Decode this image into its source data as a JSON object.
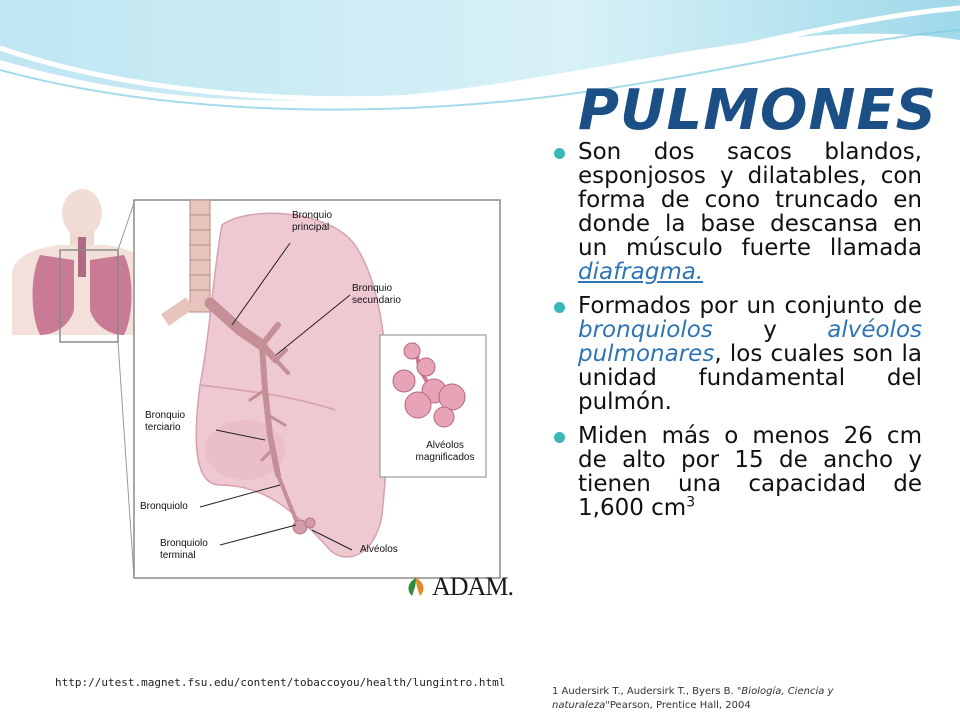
{
  "slide": {
    "title": "PULMONES",
    "accent_color": "#38b8b8",
    "title_color": "#1c4f86",
    "bullets": [
      {
        "pre": "Son dos sacos blandos, esponjosos y dilatables, con forma de cono truncado en donde la base descansa en un músculo fuerte llamada ",
        "link": "diafragma.",
        "icon": "bullet-dot-icon"
      },
      {
        "pre": "Formados por un conjunto de ",
        "em1": "bronquiolos",
        "mid": " y ",
        "em2": "alvéolos pulmonares",
        "post": ", los cuales son la unidad fundamental del pulmón.",
        "icon": "bullet-dot-icon"
      },
      {
        "pre": "Miden más o menos 26 cm de alto por 15 de ancho y tienen una capacidad de 1,600 cm",
        "sup": "3",
        "icon": "bullet-dot-icon"
      }
    ],
    "source_url": "http://utest.magnet.fsu.edu/content/tobaccoyou/health/lungintro.html",
    "footnote": {
      "pre": "1 Audersirk T., Audersirk T., Byers B. ",
      "title": "\"Biología, Ciencia y naturaleza\"",
      "post": "Pearson, Prentice Hall, 2004"
    }
  },
  "diagram": {
    "labels": {
      "bronquio_principal": "Bronquio principal",
      "bronquio_secundario": "Bronquio secundario",
      "bronquio_terciario": "Bronquio terciario",
      "bronquiolo": "Bronquiolo",
      "bronquiolo_terminal": "Bronquiolo terminal",
      "alveolos": "Alvéolos",
      "alveolos_magnificados": "Alvéolos magnificados"
    },
    "logo": "ADAM."
  }
}
